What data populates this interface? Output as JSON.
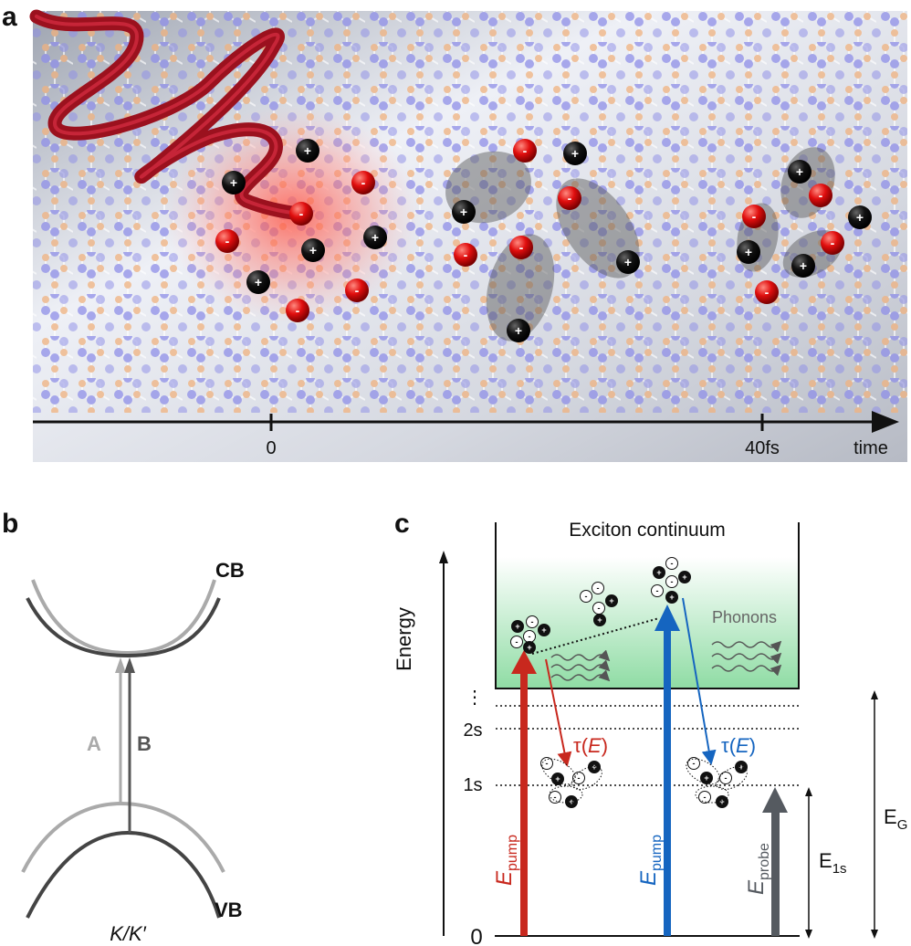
{
  "panels": {
    "a": {
      "letter": "a",
      "time_axis": {
        "ticks": [
          "0",
          "40fs"
        ],
        "label": "time"
      },
      "charge_labels": {
        "electron": "-",
        "hole": "+"
      }
    },
    "b": {
      "letter": "b",
      "band_labels": {
        "cb": "CB",
        "vb": "VB",
        "valley": "K/K′"
      },
      "transitions": {
        "a": "A",
        "b": "B"
      },
      "colors": {
        "a": "#aaaaaa",
        "b": "#555555"
      }
    },
    "c": {
      "letter": "c",
      "continuum_title": "Exciton continuum",
      "y_axis_label": "Energy",
      "levels": {
        "dots": "⋮",
        "s2": "2s",
        "s1": "1s",
        "zero": "0"
      },
      "phonons": "Phonons",
      "tau": {
        "symbol": "τ(",
        "var": "E",
        "close": ")"
      },
      "arrows": {
        "pump_red": {
          "main": "E",
          "sub": "pump",
          "color": "#c8281e"
        },
        "pump_blue": {
          "main": "E",
          "sub": "pump",
          "color": "#1565c0"
        },
        "probe": {
          "main": "E",
          "sub": "probe",
          "color": "#555a60"
        }
      },
      "gaps": {
        "eg_main": "E",
        "eg_sub": "G",
        "e1s_main": "E",
        "e1s_sub": "1s"
      }
    }
  }
}
